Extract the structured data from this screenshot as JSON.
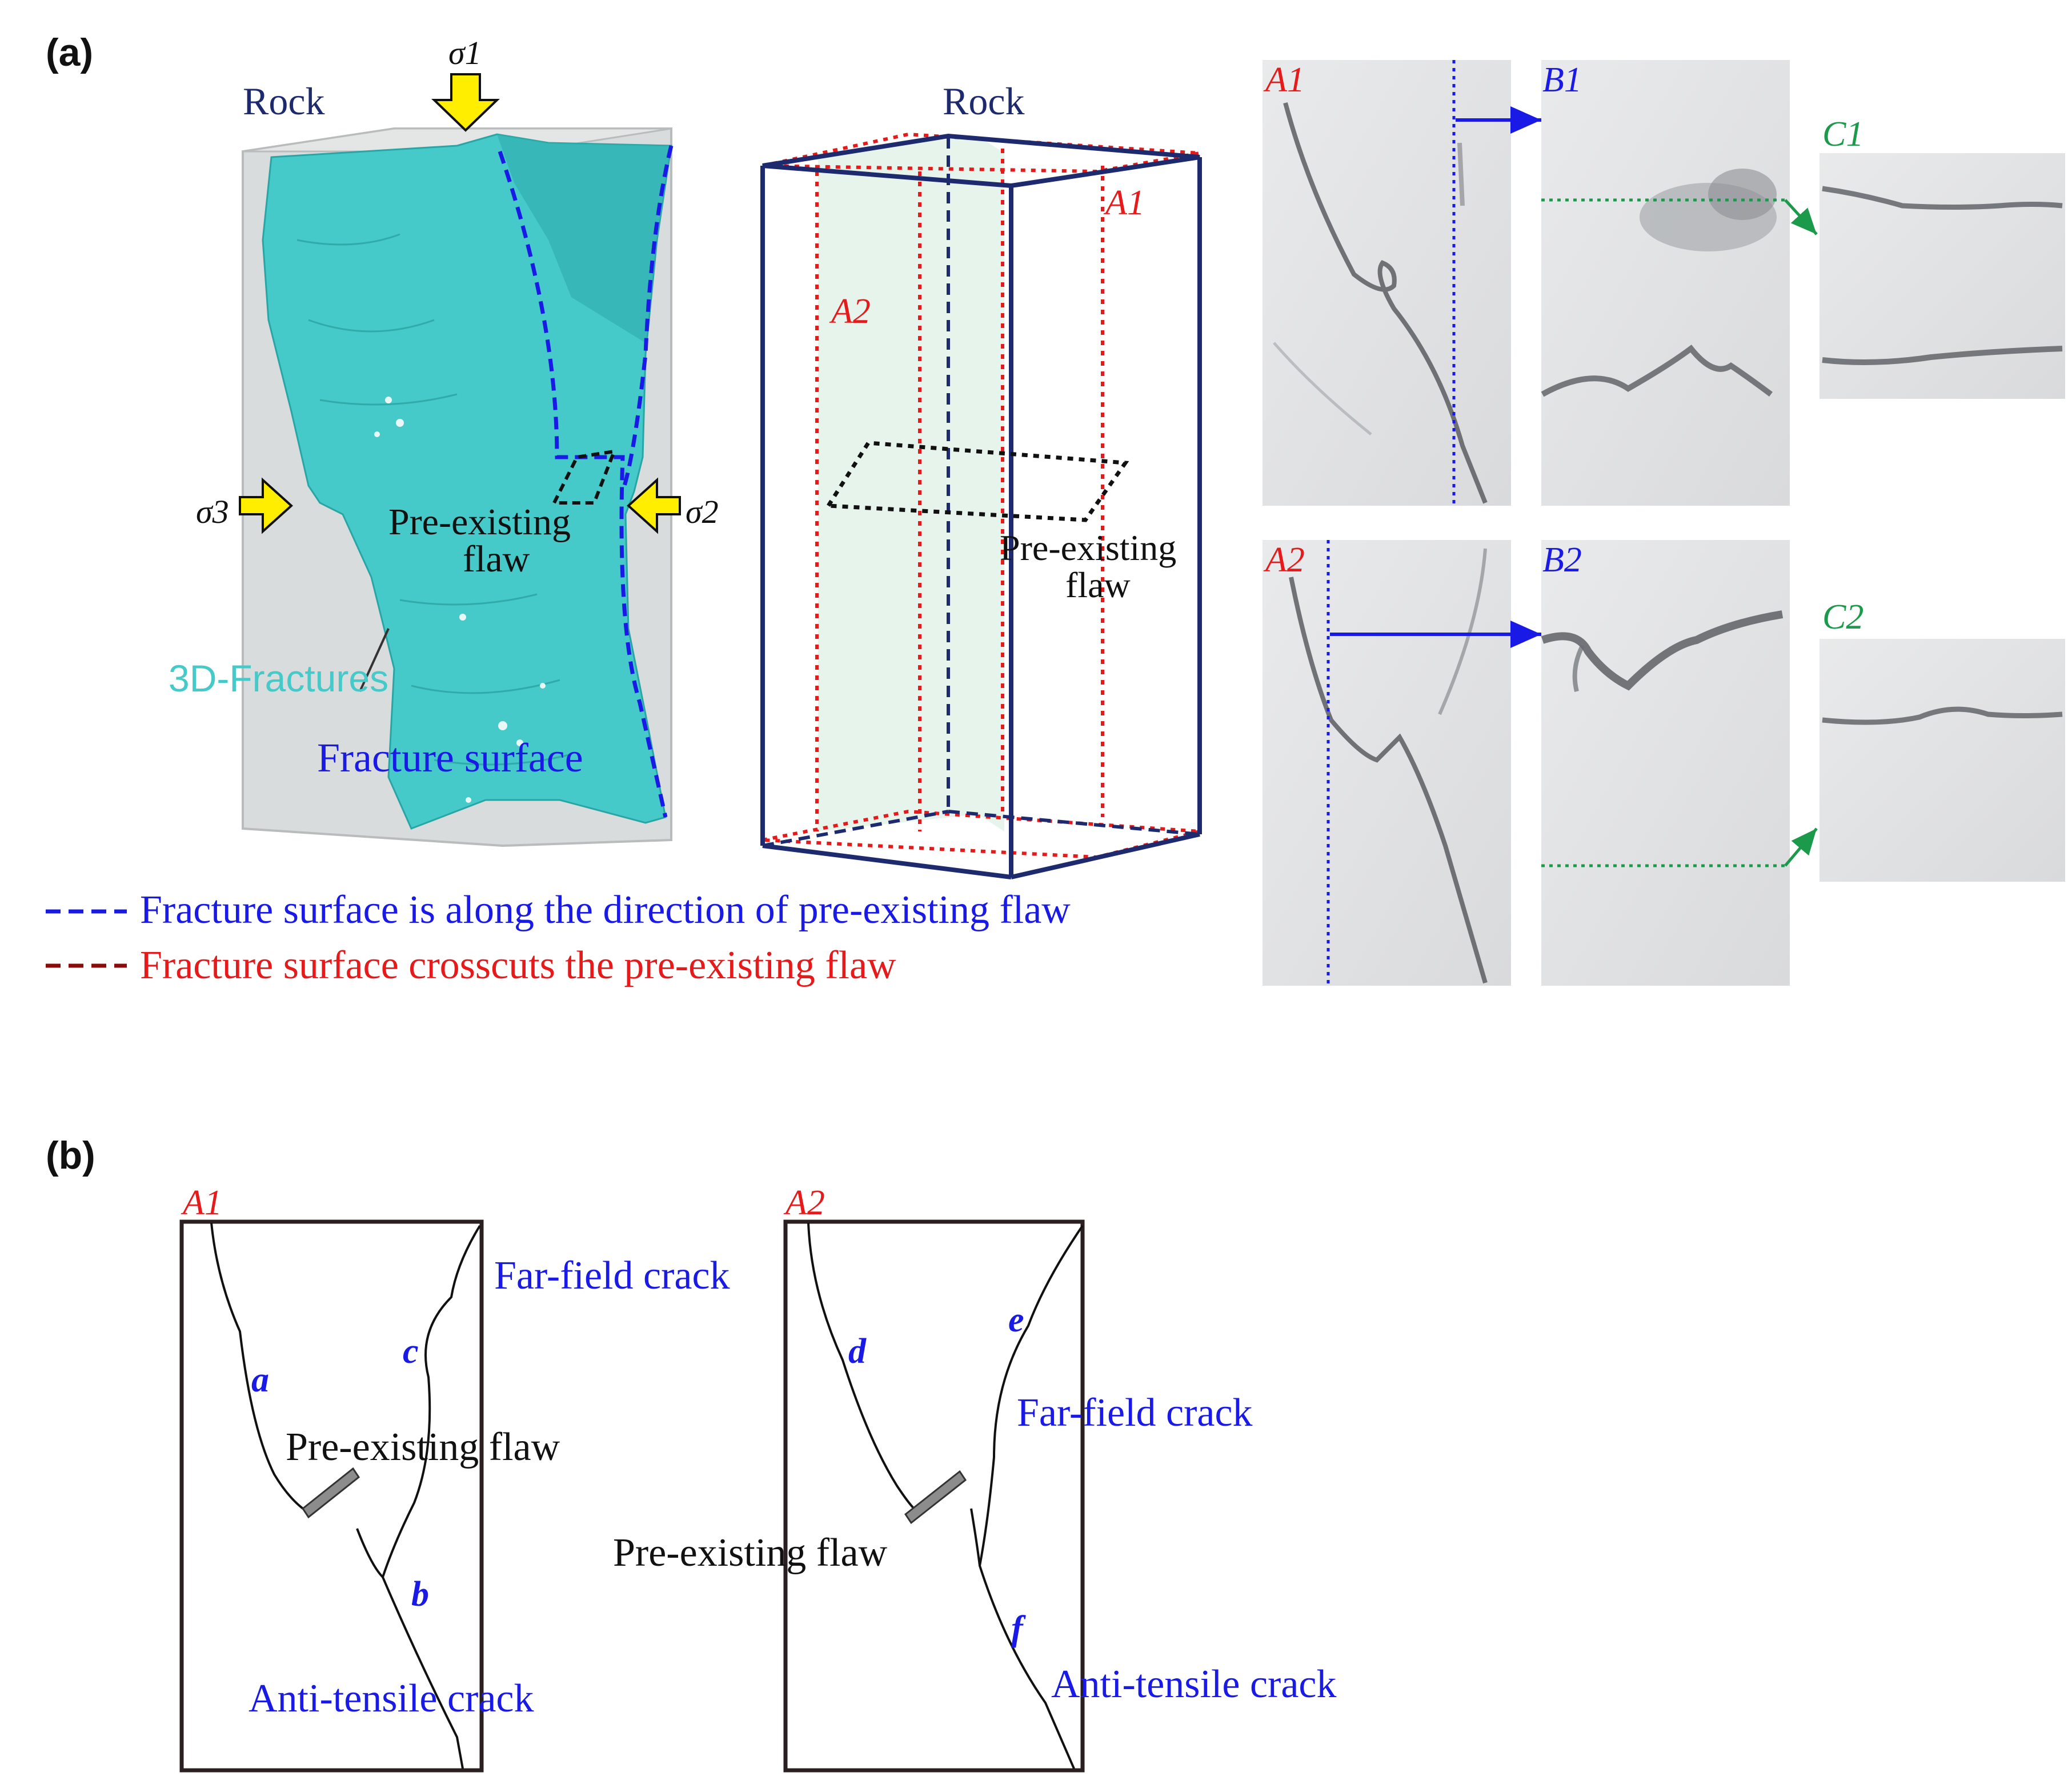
{
  "panel_a": {
    "label": "(a)",
    "rock_label_left": "Rock",
    "rock_label_right": "Rock",
    "sigma1": "σ1",
    "sigma2": "σ2",
    "sigma3": "σ3",
    "flaw_label_3d_line1": "Pre-existing",
    "flaw_label_3d_line2": "flaw",
    "fractures_3d_label": "3D-Fractures",
    "fracture_surface_label": "Fracture surface",
    "box_label_a1": "A1",
    "box_label_a2": "A2",
    "box_flaw_line1": "Pre-existing",
    "box_flaw_line2": "flaw",
    "legend_blue": "Fracture surface is along the direction of pre-existing flaw",
    "legend_red": "Fracture surface crosscuts the pre-existing flaw",
    "scan_labels": {
      "a1": "A1",
      "b1": "B1",
      "c1": "C1",
      "a2": "A2",
      "b2": "B2",
      "c2": "C2"
    },
    "colors": {
      "fracture_cyan": "#45c9c9",
      "blue": "#1a1ae6",
      "red": "#e61a1a",
      "green": "#1a9a4a",
      "arrow_yellow": "#ffee00",
      "navy": "#1e2a6e"
    }
  },
  "panel_b": {
    "label": "(b)",
    "box1": {
      "corner_label": "A1",
      "crack_a": "a",
      "crack_b": "b",
      "crack_c": "c",
      "far_field": "Far-field crack",
      "flaw": "Pre-existing flaw",
      "anti_tensile": "Anti-tensile crack"
    },
    "box2": {
      "corner_label": "A2",
      "crack_d": "d",
      "crack_e": "e",
      "crack_f": "f",
      "far_field": "Far-field crack",
      "flaw": "Pre-existing flaw",
      "anti_tensile": "Anti-tensile crack"
    }
  }
}
